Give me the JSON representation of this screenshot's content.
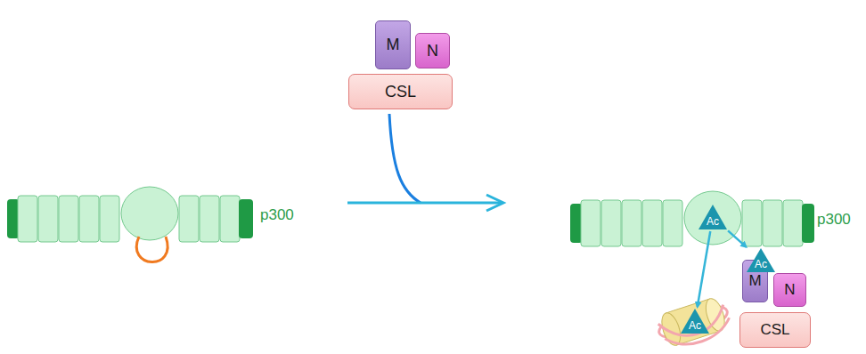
{
  "diagram": {
    "nodes": [
      {
        "text": [
          "M"
        ]
      },
      {
        "text": [
          "N"
        ]
      },
      {
        "text": [
          "CSL"
        ]
      },
      {
        "text": [
          "Ac"
        ]
      },
      {
        "text": [
          "M"
        ]
      },
      {
        "text": [
          "Ac"
        ]
      },
      {
        "text": [
          "N"
        ]
      },
      {
        "text": [
          "CSL"
        ]
      },
      {
        "text": [
          "Ac"
        ]
      }
    ],
    "edges": [
      {
        "from": 3,
        "to": 5,
        "arrow": "to"
      },
      {
        "from": 3,
        "to": 8,
        "arrow": "to"
      }
    ],
    "labels": [
      "p300",
      "p300"
    ]
  }
}
